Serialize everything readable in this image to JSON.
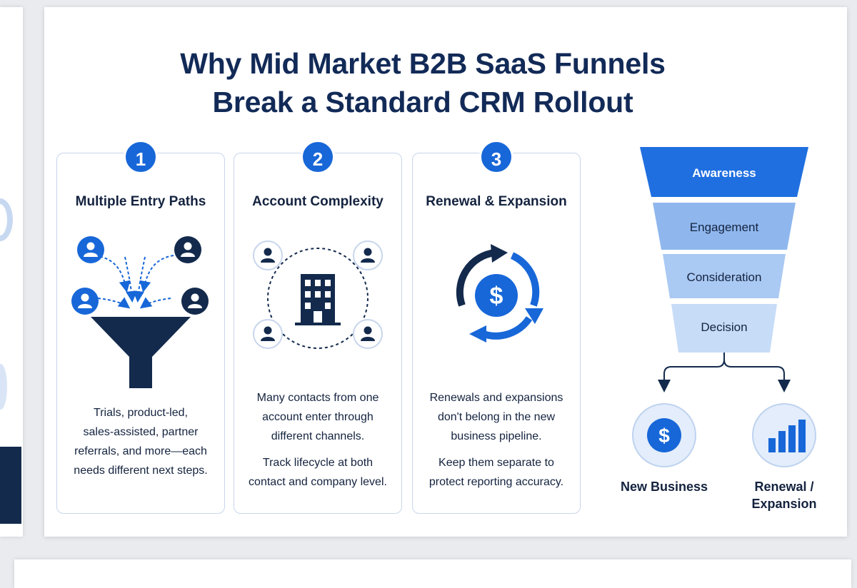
{
  "title": {
    "line1": "Why Mid Market B2B SaaS Funnels",
    "line2": "Break a Standard CRM Rollout"
  },
  "columns": [
    {
      "number": "1",
      "heading": "Multiple Entry Paths",
      "body_lines": [
        "Trials, product-led,",
        "sales-assisted, partner",
        "referrals, and more—each",
        "needs different next steps."
      ]
    },
    {
      "number": "2",
      "heading": "Account Complexity",
      "body_lines": [
        "Many contacts from one",
        "account enter through",
        "different channels."
      ],
      "body2_lines": [
        "Track lifecycle at both",
        "contact and company level."
      ]
    },
    {
      "number": "3",
      "heading": "Renewal & Expansion",
      "body_lines": [
        "Renewals and expansions",
        "don't belong in the new",
        "business pipeline."
      ],
      "body2_lines": [
        "Keep them separate to",
        "protect reporting accuracy."
      ]
    }
  ],
  "funnel": {
    "stages": [
      "Awareness",
      "Engagement",
      "Consideration",
      "Decision"
    ],
    "outcomes": [
      {
        "label_line1": "New Business",
        "label_line2": "",
        "icon": "dollar-icon"
      },
      {
        "label_line1": "Renewal /",
        "label_line2": "Expansion",
        "icon": "bar-chart-icon"
      }
    ]
  },
  "icons": {
    "dollar_symbol": "$",
    "col1": [
      "user-icon",
      "funnel-icon",
      "dashed-arrow-icon"
    ],
    "col2": [
      "building-icon",
      "user-icon"
    ],
    "col3": [
      "refresh-cycle-icon",
      "dollar-icon"
    ]
  },
  "colors": {
    "primary_blue": "#1767d8",
    "navy": "#132a4c",
    "title_navy": "#122a57",
    "stage_awareness": "#1f6fe0",
    "stage_engagement": "#8fb7ee",
    "stage_consideration": "#aac9f3",
    "stage_decision": "#c7dcf7"
  }
}
